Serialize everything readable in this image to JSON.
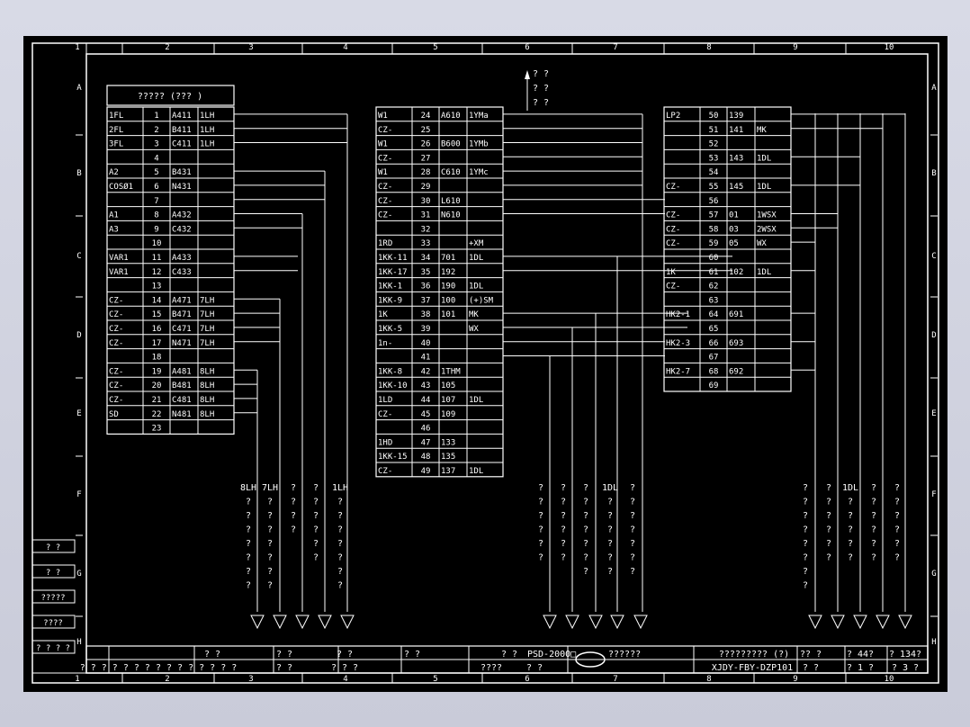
{
  "drawing": {
    "col_markers": [
      "1",
      "2",
      "3",
      "4",
      "5",
      "6",
      "7",
      "8",
      "9",
      "10"
    ],
    "row_markers": [
      "A",
      "B",
      "C",
      "D",
      "E",
      "F",
      "G",
      "H"
    ],
    "left_title": "????? (??? )",
    "top_arrow_label": [
      "? ?",
      "? ?",
      "? ?"
    ]
  },
  "left_block": [
    [
      "1FL",
      "1",
      "A411",
      "1LH"
    ],
    [
      "2FL",
      "2",
      "B411",
      "1LH"
    ],
    [
      "3FL",
      "3",
      "C411",
      "1LH"
    ],
    [
      "",
      "4",
      "",
      ""
    ],
    [
      "A2",
      "5",
      "B431",
      ""
    ],
    [
      "COSØ1",
      "6",
      "N431",
      ""
    ],
    [
      "",
      "7",
      "",
      ""
    ],
    [
      "A1",
      "8",
      "A432",
      ""
    ],
    [
      "A3",
      "9",
      "C432",
      ""
    ],
    [
      "",
      "10",
      "",
      ""
    ],
    [
      "VAR1",
      "11",
      "A433",
      ""
    ],
    [
      "VAR1",
      "12",
      "C433",
      ""
    ],
    [
      "",
      "13",
      "",
      ""
    ],
    [
      "CZ-",
      "14",
      "A471",
      "7LH"
    ],
    [
      "CZ-",
      "15",
      "B471",
      "7LH"
    ],
    [
      "CZ-",
      "16",
      "C471",
      "7LH"
    ],
    [
      "CZ-",
      "17",
      "N471",
      "7LH"
    ],
    [
      "",
      "18",
      "",
      ""
    ],
    [
      "CZ-",
      "19",
      "A481",
      "8LH"
    ],
    [
      "CZ-",
      "20",
      "B481",
      "8LH"
    ],
    [
      "CZ-",
      "21",
      "C481",
      "8LH"
    ],
    [
      "SD",
      "22",
      "N481",
      "8LH"
    ],
    [
      "",
      "23",
      "",
      ""
    ]
  ],
  "mid_block": [
    [
      "W1",
      "24",
      "A610",
      "1YMa"
    ],
    [
      "CZ-",
      "25",
      "",
      ""
    ],
    [
      "W1",
      "26",
      "B600",
      "1YMb"
    ],
    [
      "CZ-",
      "27",
      "",
      ""
    ],
    [
      "W1",
      "28",
      "C610",
      "1YMc"
    ],
    [
      "CZ-",
      "29",
      "",
      ""
    ],
    [
      "CZ-",
      "30",
      "L610",
      ""
    ],
    [
      "CZ-",
      "31",
      "N610",
      ""
    ],
    [
      "",
      "32",
      "",
      ""
    ],
    [
      "1RD",
      "33",
      "",
      "+XM"
    ],
    [
      "1KK-11",
      "34",
      "701",
      "1DL"
    ],
    [
      "1KK-17",
      "35",
      "192",
      ""
    ],
    [
      "1KK-1",
      "36",
      "190",
      "1DL"
    ],
    [
      "1KK-9",
      "37",
      "100",
      "(+)SM"
    ],
    [
      "1K",
      "38",
      "101",
      "MK"
    ],
    [
      "1KK-5",
      "39",
      "",
      "WX"
    ],
    [
      "1n-",
      "40",
      "",
      ""
    ],
    [
      "",
      "41",
      "",
      ""
    ],
    [
      "1KK-8",
      "42",
      "1THM",
      ""
    ],
    [
      "1KK-10",
      "43",
      "105",
      ""
    ],
    [
      "1LD",
      "44",
      "107",
      "1DL"
    ],
    [
      "CZ-",
      "45",
      "109",
      ""
    ],
    [
      "",
      "46",
      "",
      ""
    ],
    [
      "1HD",
      "47",
      "133",
      ""
    ],
    [
      "1KK-15",
      "48",
      "135",
      ""
    ],
    [
      "CZ-",
      "49",
      "137",
      "1DL"
    ]
  ],
  "right_block": [
    [
      "LP2",
      "50",
      "139",
      ""
    ],
    [
      "",
      "51",
      "141",
      "MK"
    ],
    [
      "",
      "52",
      "",
      ""
    ],
    [
      "",
      "53",
      "143",
      "1DL"
    ],
    [
      "",
      "54",
      "",
      ""
    ],
    [
      "CZ-",
      "55",
      "145",
      "1DL"
    ],
    [
      "",
      "56",
      "",
      ""
    ],
    [
      "CZ-",
      "57",
      "01",
      "1WSX"
    ],
    [
      "CZ-",
      "58",
      "03",
      "2WSX"
    ],
    [
      "CZ-",
      "59",
      "05",
      "WX"
    ],
    [
      "",
      "60",
      "",
      ""
    ],
    [
      "1K",
      "61",
      "102",
      "1DL"
    ],
    [
      "CZ-",
      "62",
      "",
      ""
    ],
    [
      "",
      "63",
      "",
      ""
    ],
    [
      "HK2-1",
      "64",
      "691",
      ""
    ],
    [
      "",
      "65",
      "",
      ""
    ],
    [
      "HK2-3",
      "66",
      "693",
      ""
    ],
    [
      "",
      "67",
      "",
      ""
    ],
    [
      "HK2-7",
      "68",
      "692",
      ""
    ],
    [
      "",
      "69",
      "",
      ""
    ]
  ],
  "cable_labels": {
    "left": [
      [
        "8LH",
        "?",
        "?",
        "?",
        "?",
        "?",
        "?",
        "?"
      ],
      [
        "7LH",
        "?",
        "?",
        "?",
        "?",
        "?",
        "?",
        "?"
      ],
      [
        "?",
        "?",
        "?",
        "?"
      ],
      [
        "?",
        "?",
        "?",
        "?",
        "?",
        "?"
      ],
      [
        "1LH",
        "?",
        "?",
        "?",
        "?",
        "?",
        "?",
        "?"
      ]
    ],
    "mid": [
      [
        "?",
        "?",
        "?",
        "?",
        "?",
        "?"
      ],
      [
        "?",
        "?",
        "?",
        "?",
        "?",
        "?"
      ],
      [
        "?",
        "?",
        "?",
        "?",
        "?",
        "?",
        "?"
      ],
      [
        "1DL",
        "?",
        "?",
        "?",
        "?",
        "?",
        "?"
      ],
      [
        "?",
        "?",
        "?",
        "?",
        "?",
        "?",
        "?"
      ]
    ],
    "right": [
      [
        "?",
        "?",
        "?",
        "?",
        "?",
        "?",
        "?",
        "?"
      ],
      [
        "?",
        "?",
        "?",
        "?",
        "?",
        "?"
      ],
      [
        "1DL",
        "?",
        "?",
        "?",
        "?",
        "?"
      ],
      [
        "?",
        "?",
        "?",
        "?",
        "?",
        "?"
      ],
      [
        "?",
        "?",
        "?",
        "?",
        "?",
        "?"
      ]
    ]
  },
  "side_stamp": [
    "?  ?",
    "?  ?",
    "?????",
    "????",
    "? ? ? ?"
  ],
  "title_block": {
    "row1": [
      "? ?",
      "? ?",
      "? ?",
      "? ?",
      "? ?",
      "PSD-2000□",
      "??????",
      "?????????  (?)",
      "?? ?",
      "? 44?",
      "? 134?"
    ],
    "row2": [
      "? ? ? ? ? ? ? ? ? ? ? ? ? ? ?",
      "? ?",
      "? ? ?",
      "????",
      "? ?",
      "XJDY-FBY-DZP101",
      "? ?",
      "? 1 ?",
      "? 3 ?"
    ]
  },
  "colors": {
    "background": "#000000",
    "lines": "#ffffff",
    "page": "#d0d2e0"
  }
}
